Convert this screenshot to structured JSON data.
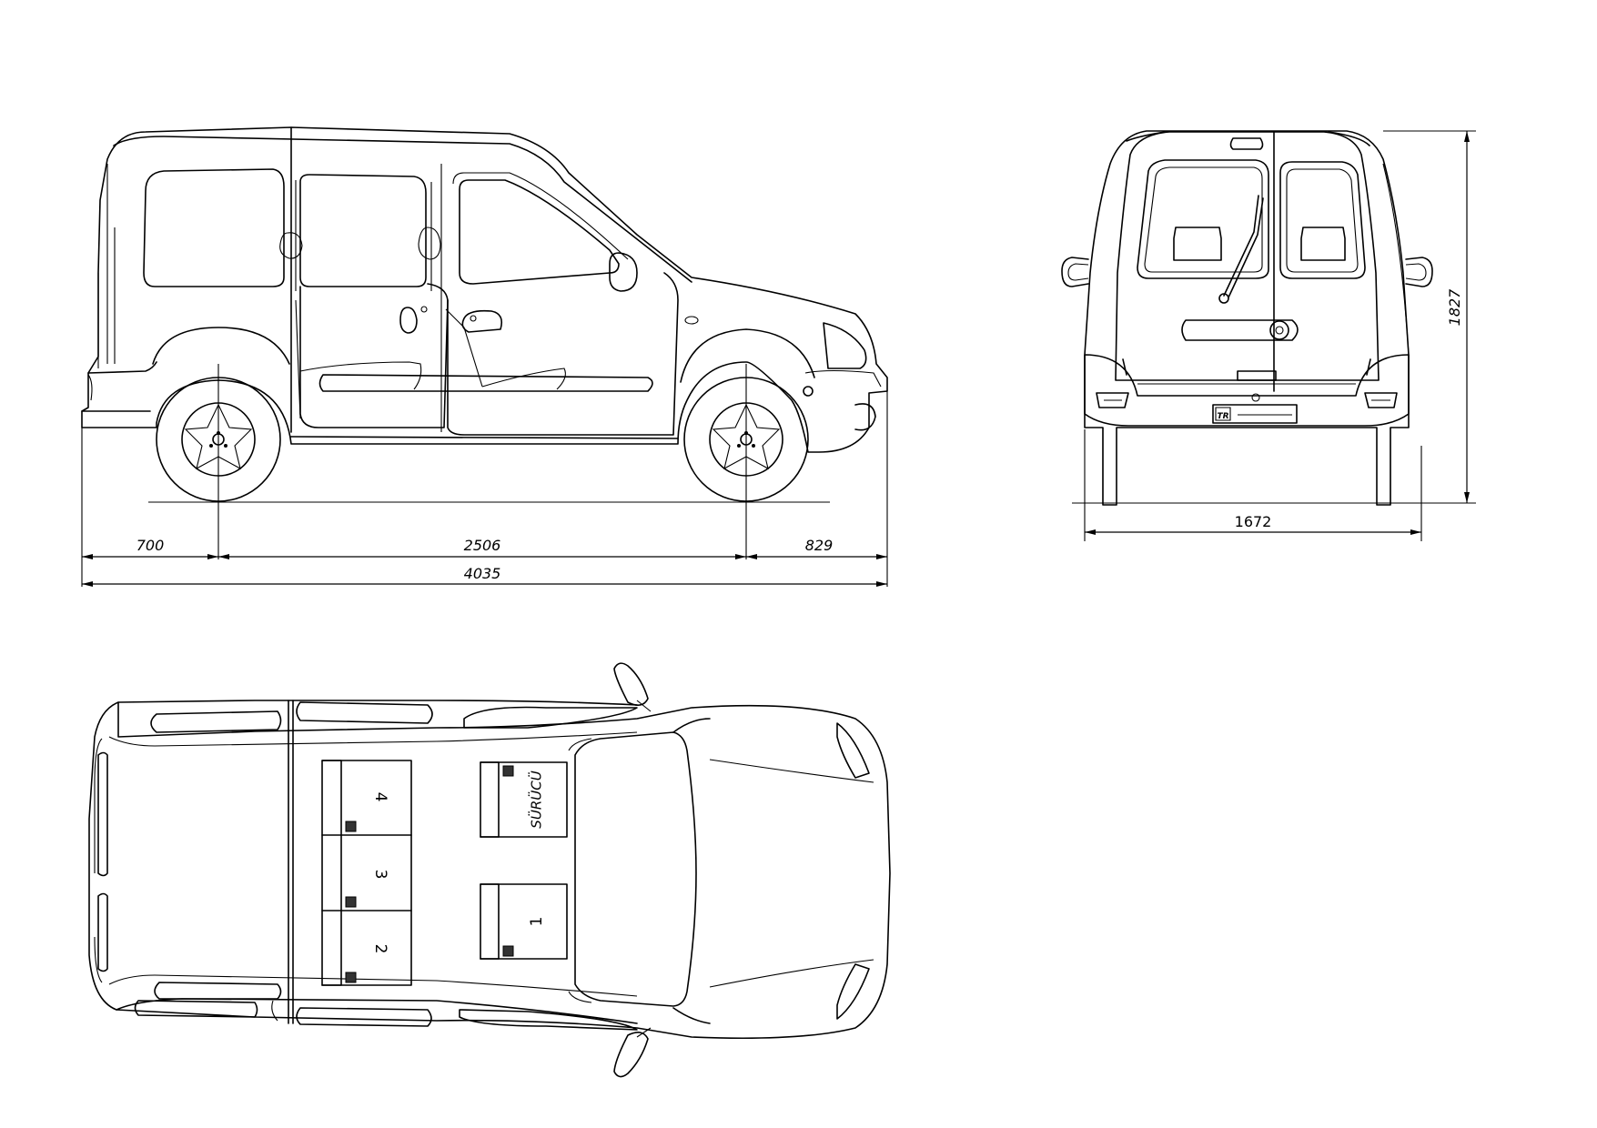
{
  "dimensions": {
    "front_overhang": "700",
    "wheelbase": "2506",
    "rear_overhang": "829",
    "overall_length": "4035",
    "width": "1672",
    "height": "1827"
  },
  "plate_text": "TR",
  "seats": {
    "driver": "SÜRÜCÜ",
    "s1": "1",
    "s2": "2",
    "s3": "3",
    "s4": "4"
  }
}
